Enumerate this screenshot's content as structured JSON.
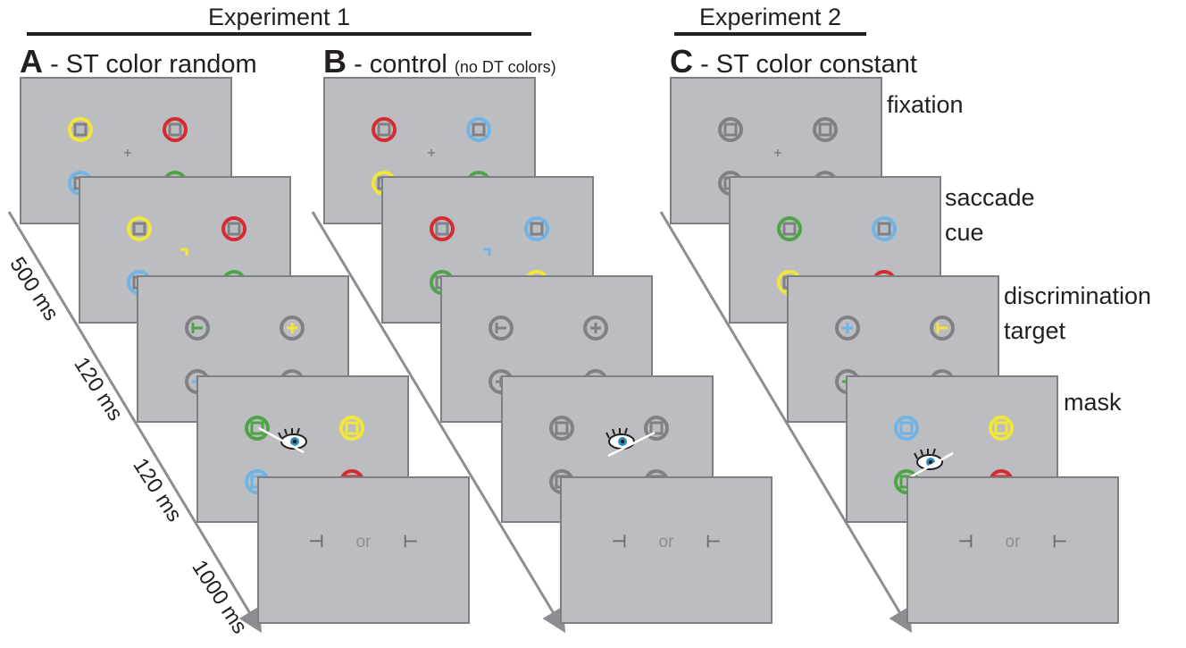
{
  "headers": {
    "experiment1": "Experiment 1",
    "experiment2": "Experiment 2"
  },
  "panels": [
    {
      "letter": "A",
      "title": "- ST color  random",
      "note": ""
    },
    {
      "letter": "B",
      "title": "- control ",
      "note": "(no DT colors)"
    },
    {
      "letter": "C",
      "title": "- ST color constant",
      "note": ""
    }
  ],
  "stages": {
    "fixation": "fixation",
    "saccade_cue_1": "saccade",
    "saccade_cue_2": "cue",
    "discrimination_1": "discrimination",
    "discrimination_2": "target",
    "mask": "mask"
  },
  "timeline": [
    "500 ms",
    "120 ms",
    "120 ms",
    "1000 ms"
  ],
  "response": {
    "or": "or"
  },
  "colors": {
    "yellow": "#f2e639",
    "red": "#d62b2f",
    "blue": "#6fb4e4",
    "green": "#4fa447",
    "gray": "#808184",
    "screen_bg": "#bcbdc0",
    "screen_border": "#7e7f82"
  },
  "icons": [
    "eye-icon",
    "saccade-arrow-icon",
    "left-tick-icon",
    "right-tick-icon"
  ]
}
